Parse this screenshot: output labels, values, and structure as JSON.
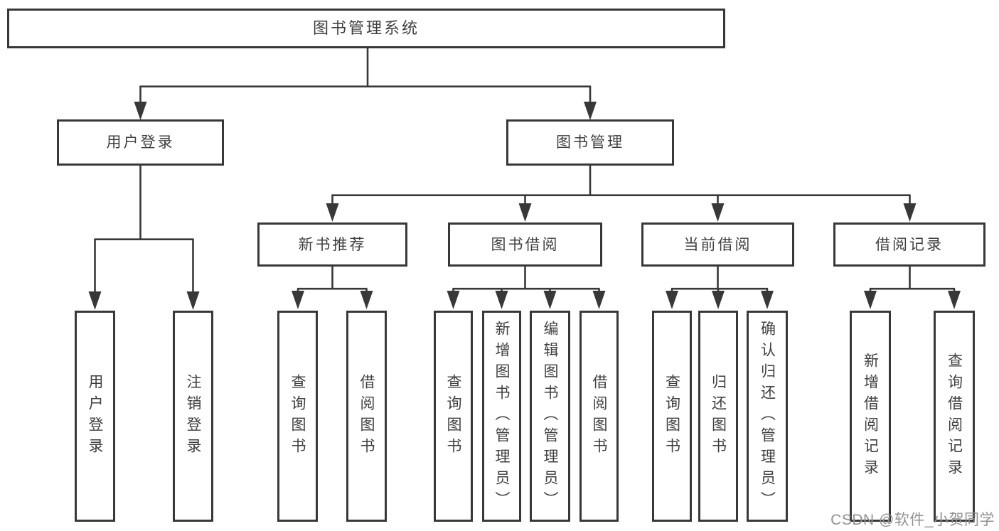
{
  "diagram_title": "图书管理系统",
  "tree": {
    "label": "图书管理系统",
    "children": [
      {
        "label": "用户登录",
        "children": [
          {
            "label": "用户登录"
          },
          {
            "label": "注销登录"
          }
        ]
      },
      {
        "label": "图书管理",
        "children": [
          {
            "label": "新书推荐",
            "children": [
              {
                "label": "查询图书"
              },
              {
                "label": "借阅图书"
              }
            ]
          },
          {
            "label": "图书借阅",
            "children": [
              {
                "label": "查询图书"
              },
              {
                "label": "新增图书（管理员）"
              },
              {
                "label": "编辑图书（管理员）"
              },
              {
                "label": "借阅图书"
              }
            ]
          },
          {
            "label": "当前借阅",
            "children": [
              {
                "label": "查询图书"
              },
              {
                "label": "归还图书"
              },
              {
                "label": "确认归还（管理员）"
              }
            ]
          },
          {
            "label": "借阅记录",
            "children": [
              {
                "label": "新增借阅记录"
              },
              {
                "label": "查询借阅记录"
              }
            ]
          }
        ]
      }
    ]
  },
  "watermark": {
    "text": "CSDN @软件_小贺同学"
  },
  "colors": {
    "line": "#383838",
    "text": "#3f3f3f",
    "watermark": "#919191",
    "background": "#ffffff"
  }
}
